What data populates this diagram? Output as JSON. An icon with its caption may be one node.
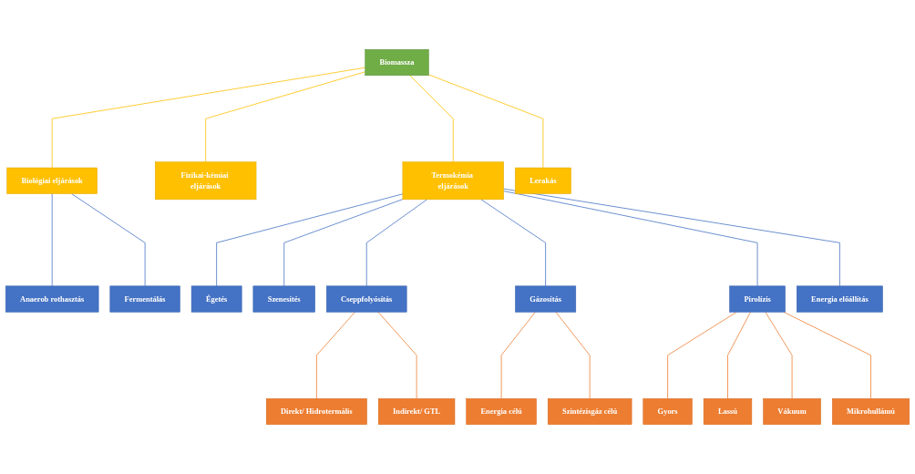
{
  "diagram": {
    "nodes": [
      {
        "text": [
          "Biomassza"
        ]
      },
      {
        "text": [
          "Biológiai eljárások"
        ]
      },
      {
        "text": [
          "Anaerob rothasztás"
        ]
      },
      {
        "text": [
          "Fermentálás"
        ]
      },
      {
        "text": [
          "Fizikai-kémiai eljárások"
        ]
      },
      {
        "text": [
          "Termokémia eljárások"
        ]
      },
      {
        "text": [
          "Égetés"
        ]
      },
      {
        "text": [
          "Szenesítés"
        ]
      },
      {
        "text": [
          "Cseppfolyósítás"
        ]
      },
      {
        "text": [
          "Direkt/ Hidrotermális"
        ]
      },
      {
        "text": [
          "Indirekt/ GTL"
        ]
      },
      {
        "text": [
          "Gázosítás"
        ]
      },
      {
        "text": [
          "Energia célú"
        ]
      },
      {
        "text": [
          "Szintézisgáz célú"
        ]
      },
      {
        "text": [
          "Pirolízis"
        ]
      },
      {
        "text": [
          "Gyors"
        ]
      },
      {
        "text": [
          "Lassú"
        ]
      },
      {
        "text": [
          "Vákuum"
        ]
      },
      {
        "text": [
          "Mikrohullámú"
        ]
      },
      {
        "text": [
          "Energia előállítás"
        ]
      },
      {
        "text": [
          "Lerakás"
        ]
      }
    ],
    "edges": [
      {
        "from": 0,
        "to": 1,
        "arrow": "none",
        "color": "#ffc000"
      },
      {
        "from": 0,
        "to": 4,
        "arrow": "none",
        "color": "#ffc000"
      },
      {
        "from": 0,
        "to": 20,
        "arrow": "none",
        "color": "#ffc000"
      },
      {
        "from": 0,
        "to": 5,
        "arrow": "none",
        "color": "#ffc000"
      },
      {
        "from": 1,
        "to": 2,
        "arrow": "none"
      },
      {
        "from": 1,
        "to": 3,
        "arrow": "none"
      },
      {
        "from": 5,
        "to": 6,
        "arrow": "none"
      },
      {
        "from": 5,
        "to": 7,
        "arrow": "none"
      },
      {
        "from": 5,
        "to": 8,
        "arrow": "none"
      },
      {
        "from": 5,
        "to": 11,
        "arrow": "none"
      },
      {
        "from": 5,
        "to": 19,
        "arrow": "none"
      },
      {
        "from": 5,
        "to": 14,
        "arrow": "none"
      },
      {
        "from": 8,
        "to": 9,
        "arrow": "none",
        "color": "#ed7d31"
      },
      {
        "from": 8,
        "to": 10,
        "arrow": "none",
        "color": "#ed7d31"
      },
      {
        "from": 11,
        "to": 12,
        "arrow": "none",
        "color": "#ed7d31"
      },
      {
        "from": 11,
        "to": 13,
        "arrow": "none",
        "color": "#ed7d31"
      },
      {
        "from": 14,
        "to": 15,
        "arrow": "none",
        "color": "#ed7d31"
      },
      {
        "from": 14,
        "to": 16,
        "arrow": "none",
        "color": "#ed7d31"
      },
      {
        "from": 14,
        "to": 17,
        "arrow": "none",
        "color": "#ed7d31"
      },
      {
        "from": 14,
        "to": 18,
        "arrow": "none",
        "color": "#ed7d31"
      }
    ]
  }
}
